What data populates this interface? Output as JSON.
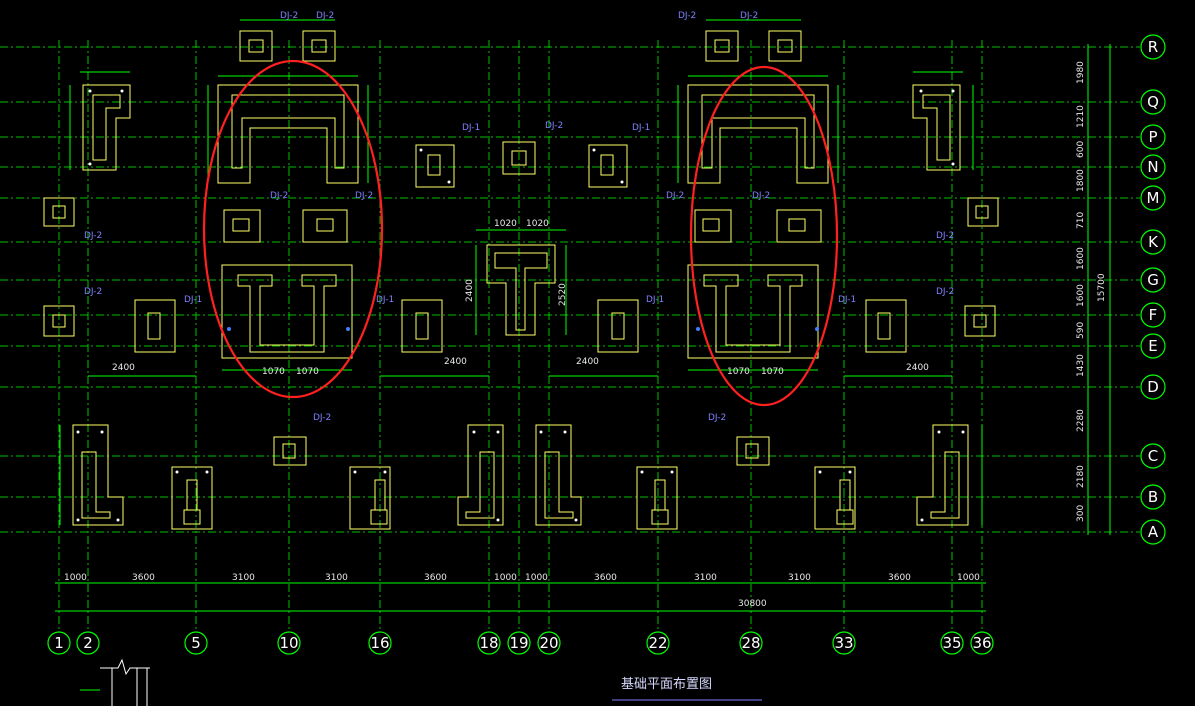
{
  "drawing": {
    "title": "基础平面布置图",
    "overall_width": "30800",
    "overall_height": "15700"
  },
  "grid_x": [
    {
      "label": "1"
    },
    {
      "label": "2"
    },
    {
      "label": "5"
    },
    {
      "label": "10"
    },
    {
      "label": "16"
    },
    {
      "label": "18"
    },
    {
      "label": "19"
    },
    {
      "label": "20"
    },
    {
      "label": "22"
    },
    {
      "label": "28"
    },
    {
      "label": "33"
    },
    {
      "label": "35"
    },
    {
      "label": "36"
    }
  ],
  "grid_y": [
    {
      "label": "R"
    },
    {
      "label": "Q"
    },
    {
      "label": "P"
    },
    {
      "label": "N"
    },
    {
      "label": "M"
    },
    {
      "label": "K"
    },
    {
      "label": "G"
    },
    {
      "label": "F"
    },
    {
      "label": "E"
    },
    {
      "label": "D"
    },
    {
      "label": "C"
    },
    {
      "label": "B"
    },
    {
      "label": "A"
    }
  ],
  "x_spacings": [
    "1000",
    "3600",
    "3100",
    "3100",
    "3600",
    "1000",
    "1000",
    "3600",
    "3100",
    "3100",
    "3600",
    "1000"
  ],
  "y_spacings": [
    "1980",
    "1210",
    "600",
    "1800",
    "710",
    "1600",
    "1600",
    "590",
    "1430",
    "2280",
    "2180",
    "300"
  ],
  "footing_tags": [
    "DJ-1",
    "DJ-2",
    "DJ-1",
    "DJ-2",
    "DJ-1",
    "DJ-2"
  ],
  "dimension_labels": [
    "2400",
    "2400",
    "2400",
    "2520",
    "2400",
    "1020",
    "1020",
    "1070",
    "1070",
    "1070",
    "1070"
  ],
  "colors": {
    "grid": "#00ff00",
    "footing": "#ffff66",
    "dimension": "#e8e8e8",
    "tag": "#7f7fff",
    "highlight": "#ff2020",
    "background": "#000000"
  }
}
